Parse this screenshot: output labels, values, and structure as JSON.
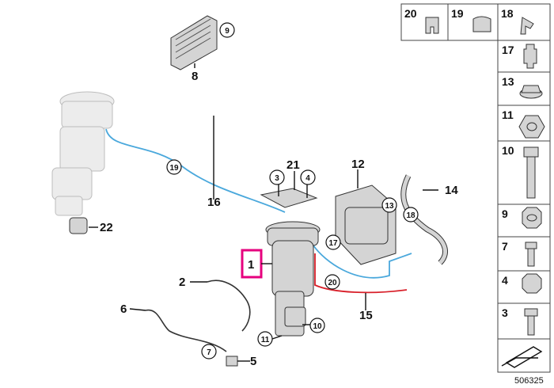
{
  "diagram": {
    "doc_number": "506325",
    "highlight_color": "#e6007e",
    "blue_line_color": "#4aa8dc",
    "red_line_color": "#d8202a",
    "labels": {
      "p1": "1",
      "p2": "2",
      "p3": "3",
      "p4": "4",
      "p5": "5",
      "p6": "6",
      "p7": "7",
      "p8": "8",
      "p9": "9",
      "p10": "10",
      "p11": "11",
      "p12": "12",
      "p13": "13",
      "p14": "14",
      "p15": "15",
      "p16": "16",
      "p17": "17",
      "p18": "18",
      "p19": "19",
      "p20": "20",
      "p21": "21",
      "p22": "22"
    },
    "sidebar": [
      "17",
      "13",
      "11",
      "10",
      "9",
      "7",
      "4",
      "3"
    ],
    "top_row": [
      "20",
      "19",
      "18"
    ]
  }
}
